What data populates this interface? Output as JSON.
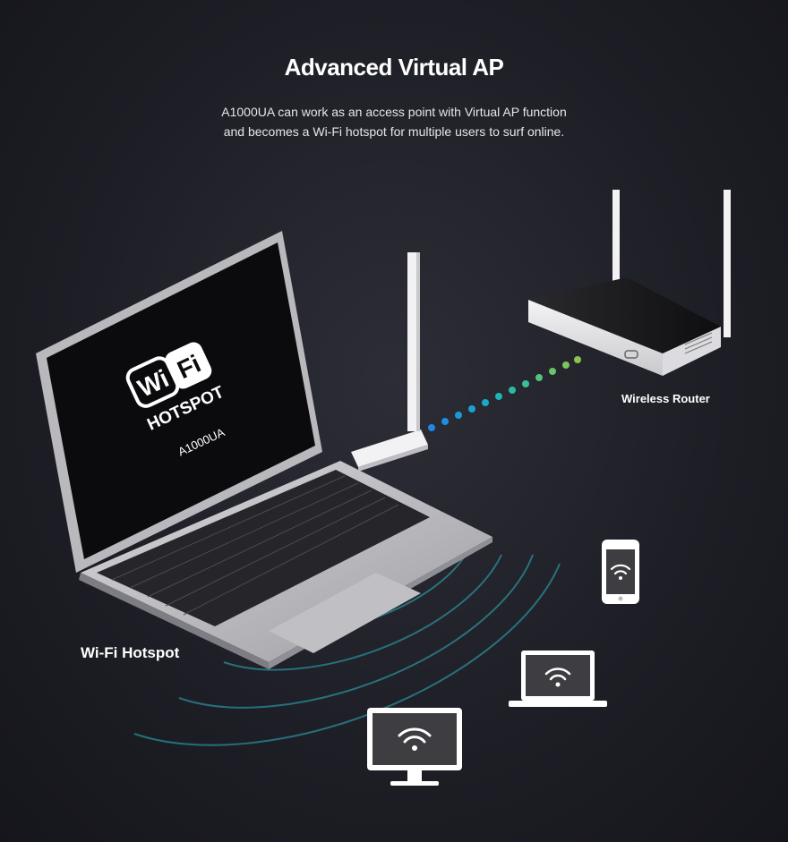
{
  "header": {
    "title": "Advanced Virtual AP",
    "subtitle_lines": [
      "A1000UA can work as an access point with Virtual AP function",
      "and becomes a Wi-Fi hotspot for multiple users to surf online."
    ]
  },
  "screen": {
    "logo_wi": "Wi",
    "logo_fi": "Fi",
    "logo_hotspot": "HOTSPOT",
    "model": "A1000UA"
  },
  "labels": {
    "router": "Wireless Router",
    "hotspot": "Wi-Fi Hotspot"
  },
  "colors": {
    "signal_start": "#1e88e5",
    "signal_end": "#8bc34a",
    "wave": "#2fb3c2"
  },
  "icons": [
    "laptop-icon",
    "usb-adapter-icon",
    "router-icon",
    "smartphone-icon",
    "laptop-client-icon",
    "monitor-icon",
    "wifi-icon"
  ]
}
